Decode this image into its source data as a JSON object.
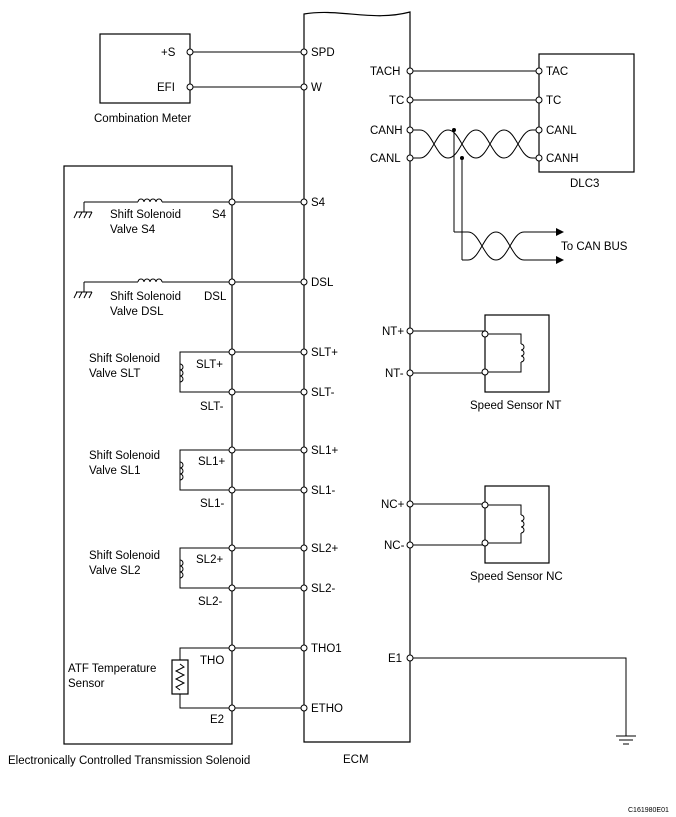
{
  "components": {
    "combination_meter": "Combination Meter",
    "dlc3": "DLC3",
    "ecm": "ECM",
    "solenoid_assembly": "Electronically Controlled Transmission Solenoid",
    "speed_sensor_nt": "Speed Sensor NT",
    "speed_sensor_nc": "Speed Sensor NC",
    "can_bus": "To CAN BUS",
    "valve_s4": [
      "Shift Solenoid",
      "Valve S4"
    ],
    "valve_dsl": [
      "Shift Solenoid",
      "Valve DSL"
    ],
    "valve_slt": [
      "Shift Solenoid",
      "Valve SLT"
    ],
    "valve_sl1": [
      "Shift Solenoid",
      "Valve SL1"
    ],
    "valve_sl2": [
      "Shift Solenoid",
      "Valve SL2"
    ],
    "atf_sensor": [
      "ATF Temperature",
      "Sensor"
    ]
  },
  "pins": {
    "meter": [
      "+S",
      "EFI"
    ],
    "ecm_left": [
      "SPD",
      "W",
      "S4",
      "DSL",
      "SLT+",
      "SLT-",
      "SL1+",
      "SL1-",
      "SL2+",
      "SL2-",
      "THO1",
      "ETHO"
    ],
    "ecm_right": [
      "TACH",
      "TC",
      "CANH",
      "CANL",
      "NT+",
      "NT-",
      "NC+",
      "NC-",
      "E1"
    ],
    "dlc3": [
      "TAC",
      "TC",
      "CANL",
      "CANH"
    ],
    "solenoid": [
      "S4",
      "DSL",
      "SLT+",
      "SLT-",
      "SL1+",
      "SL1-",
      "SL2+",
      "SL2-",
      "THO",
      "E2"
    ]
  },
  "figure_code": "C161980E01"
}
